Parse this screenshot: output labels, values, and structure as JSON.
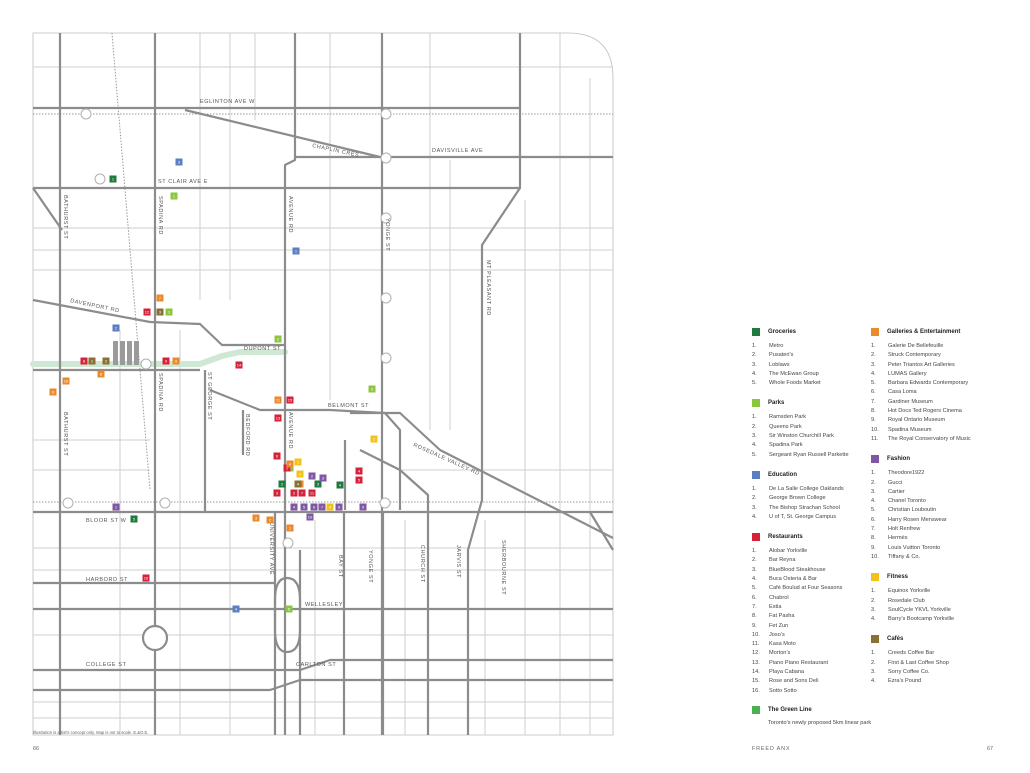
{
  "streets": {
    "eglinton": "EGLINTON AVE W",
    "chaplin": "CHAPLIN CRES",
    "davisville": "DAVISVILLE AVE",
    "st_clair": "ST CLAIR AVE E",
    "bathurst_n": "BATHURST ST",
    "spadina_n": "SPADINA RD",
    "avenue_n": "AVENUE RD",
    "yonge_n": "YONGE ST",
    "mt_pleasant": "MT PLEASANT RD",
    "davenport": "DAVENPORT RD",
    "dupont": "DUPONT ST",
    "spadina_s": "SPADINA RD",
    "st_george": "ST GEORGE ST",
    "bedford": "BEDFORD RD",
    "avenue_s": "AVENUE RD",
    "belmont": "BELMONT ST",
    "rosedale": "ROSEDALE VALLEY RD",
    "bathurst_s": "BATHURST ST",
    "bloor": "BLOOR ST W",
    "university": "UNIVERSITY AVE",
    "bay": "BAY ST",
    "yonge_s": "YONGE ST",
    "church": "CHURCH ST",
    "jarvis": "JARVIS ST",
    "sherbourne": "SHERBOURNE ST",
    "harbord": "HARBORD ST",
    "wellesley": "WELLESLEY",
    "college": "COLLEGE ST",
    "carlton": "CARLTON ST"
  },
  "legend": {
    "groceries": {
      "title": "Groceries",
      "color": "#1f7a3e",
      "items": [
        "Metro",
        "Pusateri’s",
        "Loblaws",
        "The McEwan Group",
        "Whole Foods Market"
      ]
    },
    "parks": {
      "title": "Parks",
      "color": "#8cc63f",
      "items": [
        "Ramsden Park",
        "Queens Park",
        "Sir Winston Churchill Park",
        "Spadina Park",
        "Sergeant Ryan Russell Parkette"
      ]
    },
    "education": {
      "title": "Education",
      "color": "#5b7fc0",
      "items": [
        "De La Salle College Oaklands",
        "George Brown College",
        "The Bishop Strachan School",
        "U of T, St. George Campus"
      ]
    },
    "restaurants": {
      "title": "Restaurants",
      "color": "#d6213b",
      "items": [
        "Alobar Yorkville",
        "Bar Reyna",
        "BlueBlood Steakhouse",
        "Buca Osteria & Bar",
        "Café Boulud at Four Seasons",
        "Chabrol",
        "Estia",
        "Fat Pasha",
        "Fet Zun",
        "Joso’s",
        "Kasa Moto",
        "Morton’s",
        "Piano Piano Restaurant",
        "Playa Cabana",
        "Rose and Sons Deli",
        "Sotto Sotto"
      ]
    },
    "galleries": {
      "title": "Galleries & Entertainment",
      "color": "#ea8a2c",
      "items": [
        "Galerie De Bellefeuille",
        "Struck Contemporary",
        "Peter Triantos Art Galleries",
        "LUMAS Gallery",
        "Barbara Edwards Contemporary",
        "Casa Loma",
        "Gardiner Museum",
        "Hot Docs Ted Rogers Cinema",
        "Royal Ontario Museum",
        "Spadina Museum",
        "The Royal Conservatory of Music"
      ]
    },
    "fashion": {
      "title": "Fashion",
      "color": "#7f57a5",
      "items": [
        "Theodore1922",
        "Gucci",
        "Cartier",
        "Chanel Toronto",
        "Christian Louboutin",
        "Harry Rosen Menswear",
        "Holt Renfrew",
        "Hermès",
        "Louis Vuitton Toronto",
        "Tiffany & Co."
      ]
    },
    "fitness": {
      "title": "Fitness",
      "color": "#f2c21b",
      "items": [
        "Equinox Yorkville",
        "Rosedale Club",
        "SoulCycle YKVL Yorkville",
        "Barry’s Bootcamp Yorkville"
      ]
    },
    "cafes": {
      "title": "Cafés",
      "color": "#8a7033",
      "items": [
        "Creeds Coffee Bar",
        "First & Last Coffee Shop",
        "Sorry Coffee Co.",
        "Ezra’s Pound"
      ]
    },
    "green_line": {
      "title": "The Green Line",
      "color": "#4caf50",
      "description": "Toronto’s newly proposed 5km linear park"
    }
  },
  "pins": [
    {
      "cat": "groceries",
      "num": "1"
    },
    {
      "cat": "groceries",
      "num": "2"
    },
    {
      "cat": "groceries",
      "num": "3"
    },
    {
      "cat": "groceries",
      "num": "4"
    },
    {
      "cat": "groceries",
      "num": "5"
    },
    {
      "cat": "parks",
      "num": "1"
    },
    {
      "cat": "parks",
      "num": "2"
    },
    {
      "cat": "parks",
      "num": "3"
    },
    {
      "cat": "parks",
      "num": "4"
    },
    {
      "cat": "parks",
      "num": "5"
    },
    {
      "cat": "parks",
      "num": "1"
    },
    {
      "cat": "education",
      "num": "1"
    },
    {
      "cat": "education",
      "num": "2"
    },
    {
      "cat": "education",
      "num": "3"
    },
    {
      "cat": "education",
      "num": "4"
    },
    {
      "cat": "restaurants",
      "num": "1"
    },
    {
      "cat": "restaurants",
      "num": "2"
    },
    {
      "cat": "restaurants",
      "num": "3"
    },
    {
      "cat": "restaurants",
      "num": "4"
    },
    {
      "cat": "restaurants",
      "num": "5"
    },
    {
      "cat": "restaurants",
      "num": "6"
    },
    {
      "cat": "restaurants",
      "num": "7"
    },
    {
      "cat": "restaurants",
      "num": "8"
    },
    {
      "cat": "restaurants",
      "num": "9"
    },
    {
      "cat": "restaurants",
      "num": "10"
    },
    {
      "cat": "restaurants",
      "num": "11"
    },
    {
      "cat": "restaurants",
      "num": "12"
    },
    {
      "cat": "restaurants",
      "num": "13"
    },
    {
      "cat": "restaurants",
      "num": "14"
    },
    {
      "cat": "restaurants",
      "num": "15"
    },
    {
      "cat": "restaurants",
      "num": "16"
    },
    {
      "cat": "galleries",
      "num": "1"
    },
    {
      "cat": "galleries",
      "num": "2"
    },
    {
      "cat": "galleries",
      "num": "3"
    },
    {
      "cat": "galleries",
      "num": "4"
    },
    {
      "cat": "galleries",
      "num": "5"
    },
    {
      "cat": "galleries",
      "num": "6"
    },
    {
      "cat": "galleries",
      "num": "7"
    },
    {
      "cat": "galleries",
      "num": "8"
    },
    {
      "cat": "galleries",
      "num": "9"
    },
    {
      "cat": "galleries",
      "num": "10"
    },
    {
      "cat": "galleries",
      "num": "11"
    },
    {
      "cat": "fashion",
      "num": "1"
    },
    {
      "cat": "fashion",
      "num": "2"
    },
    {
      "cat": "fashion",
      "num": "3"
    },
    {
      "cat": "fashion",
      "num": "4"
    },
    {
      "cat": "fashion",
      "num": "5"
    },
    {
      "cat": "fashion",
      "num": "6"
    },
    {
      "cat": "fashion",
      "num": "7"
    },
    {
      "cat": "fashion",
      "num": "8"
    },
    {
      "cat": "fashion",
      "num": "9"
    },
    {
      "cat": "fashion",
      "num": "10"
    },
    {
      "cat": "fitness",
      "num": "1"
    },
    {
      "cat": "fitness",
      "num": "2"
    },
    {
      "cat": "fitness",
      "num": "3"
    },
    {
      "cat": "fitness",
      "num": "4"
    },
    {
      "cat": "cafes",
      "num": "1"
    },
    {
      "cat": "cafes",
      "num": "2"
    },
    {
      "cat": "cafes",
      "num": "3"
    },
    {
      "cat": "cafes",
      "num": "4"
    }
  ],
  "footer": {
    "disclaimer": "Illustration is artist's concept only. Map is not to scale. E.&O.E.",
    "page_left": "66",
    "brand": "FREED ANX",
    "page_right": "67"
  }
}
